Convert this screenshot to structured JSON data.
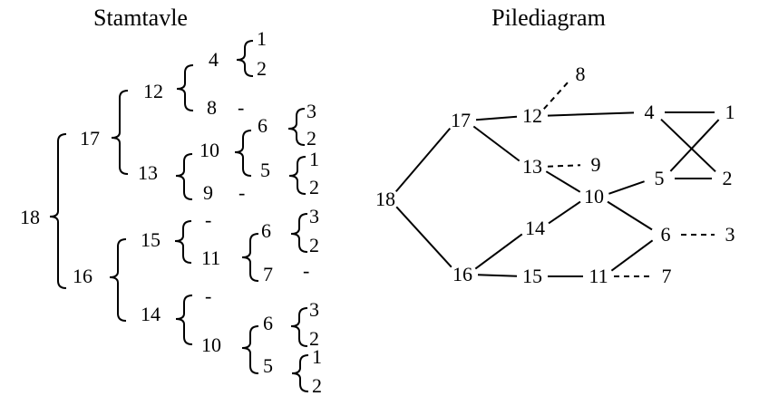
{
  "pedigree": {
    "title": "Stamtavle",
    "items": [
      {
        "name": "root-18",
        "label": "18"
      },
      {
        "name": "node-17",
        "label": "17"
      },
      {
        "name": "node-16",
        "label": "16"
      },
      {
        "name": "node-12",
        "label": "12"
      },
      {
        "name": "node-13",
        "label": "13"
      },
      {
        "name": "node-15",
        "label": "15"
      },
      {
        "name": "node-14",
        "label": "14"
      },
      {
        "name": "node-4",
        "label": "4"
      },
      {
        "name": "node-8",
        "label": "8"
      },
      {
        "name": "node-10a",
        "label": "10"
      },
      {
        "name": "node-9",
        "label": "9"
      },
      {
        "name": "node-11",
        "label": "11"
      },
      {
        "name": "node-10b",
        "label": "10"
      },
      {
        "name": "node-6a",
        "label": "6"
      },
      {
        "name": "node-5a",
        "label": "5"
      },
      {
        "name": "node-6b",
        "label": "6"
      },
      {
        "name": "node-7",
        "label": "7"
      },
      {
        "name": "node-6c",
        "label": "6"
      },
      {
        "name": "node-5b",
        "label": "5"
      },
      {
        "name": "leaf-1a",
        "label": "1"
      },
      {
        "name": "leaf-2a",
        "label": "2"
      },
      {
        "name": "leaf-3a",
        "label": "3"
      },
      {
        "name": "leaf-2b",
        "label": "2"
      },
      {
        "name": "leaf-1b",
        "label": "1"
      },
      {
        "name": "leaf-2c",
        "label": "2"
      },
      {
        "name": "leaf-3b",
        "label": "3"
      },
      {
        "name": "leaf-2d",
        "label": "2"
      },
      {
        "name": "leaf-3c",
        "label": "3"
      },
      {
        "name": "leaf-2e",
        "label": "2"
      },
      {
        "name": "leaf-1c",
        "label": "1"
      },
      {
        "name": "leaf-2f",
        "label": "2"
      },
      {
        "name": "dash-8",
        "label": "-"
      },
      {
        "name": "dash-9",
        "label": "-"
      },
      {
        "name": "dash-15",
        "label": "-"
      },
      {
        "name": "dash-7",
        "label": "-"
      },
      {
        "name": "dash-14",
        "label": "-"
      }
    ]
  },
  "arrow_diagram": {
    "title": "Pilediagram",
    "nodes": [
      {
        "id": "18",
        "label": "18"
      },
      {
        "id": "17",
        "label": "17"
      },
      {
        "id": "16",
        "label": "16"
      },
      {
        "id": "12",
        "label": "12"
      },
      {
        "id": "8",
        "label": "8"
      },
      {
        "id": "4",
        "label": "4"
      },
      {
        "id": "1",
        "label": "1"
      },
      {
        "id": "13",
        "label": "13"
      },
      {
        "id": "9",
        "label": "9"
      },
      {
        "id": "10",
        "label": "10"
      },
      {
        "id": "5",
        "label": "5"
      },
      {
        "id": "2",
        "label": "2"
      },
      {
        "id": "14",
        "label": "14"
      },
      {
        "id": "6",
        "label": "6"
      },
      {
        "id": "3",
        "label": "3"
      },
      {
        "id": "15",
        "label": "15"
      },
      {
        "id": "11",
        "label": "11"
      },
      {
        "id": "7",
        "label": "7"
      }
    ],
    "edges": [
      {
        "from": "18",
        "to": "17",
        "style": "solid"
      },
      {
        "from": "18",
        "to": "16",
        "style": "solid"
      },
      {
        "from": "17",
        "to": "12",
        "style": "solid"
      },
      {
        "from": "17",
        "to": "13",
        "style": "solid"
      },
      {
        "from": "12",
        "to": "8",
        "style": "dashed"
      },
      {
        "from": "12",
        "to": "4",
        "style": "solid"
      },
      {
        "from": "4",
        "to": "1",
        "style": "solid"
      },
      {
        "from": "4",
        "to": "2",
        "style": "solid"
      },
      {
        "from": "5",
        "to": "1",
        "style": "solid"
      },
      {
        "from": "5",
        "to": "2",
        "style": "solid"
      },
      {
        "from": "13",
        "to": "9",
        "style": "dashed"
      },
      {
        "from": "13",
        "to": "10",
        "style": "solid"
      },
      {
        "from": "10",
        "to": "5",
        "style": "solid"
      },
      {
        "from": "10",
        "to": "6",
        "style": "solid"
      },
      {
        "from": "14",
        "to": "10",
        "style": "solid"
      },
      {
        "from": "16",
        "to": "14",
        "style": "solid"
      },
      {
        "from": "16",
        "to": "15",
        "style": "solid"
      },
      {
        "from": "15",
        "to": "11",
        "style": "solid"
      },
      {
        "from": "11",
        "to": "6",
        "style": "solid"
      },
      {
        "from": "11",
        "to": "7",
        "style": "dashed"
      },
      {
        "from": "6",
        "to": "3",
        "style": "dashed"
      }
    ]
  }
}
